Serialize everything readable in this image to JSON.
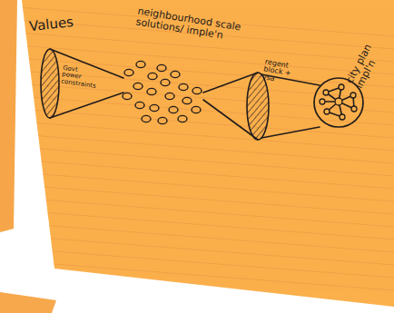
{
  "diagram": {
    "nodes": [
      {
        "text": [
          "Values",
          "Govt power constraints"
        ]
      },
      {
        "text": [
          "regent block + vsa"
        ]
      },
      {
        "text": [
          "city plan impl'n"
        ]
      }
    ],
    "labels": [
      "neighbourhood scale solutions/ imple'n"
    ]
  }
}
